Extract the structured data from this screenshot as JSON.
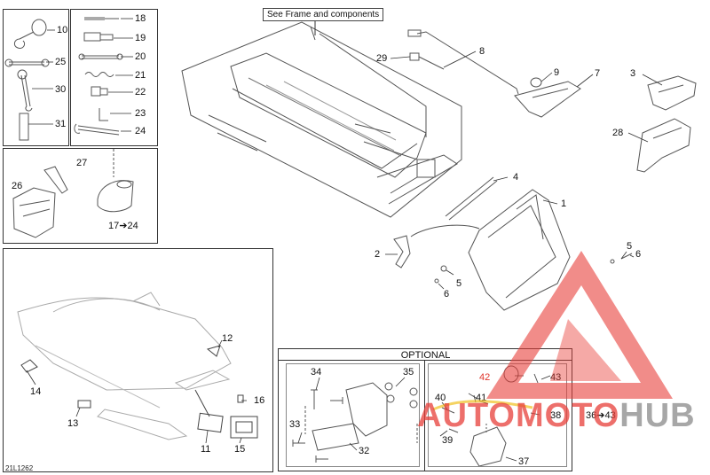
{
  "callout": "See Frame and components",
  "optional_title": "OPTIONAL",
  "diagram_code": "21L1262",
  "watermark": {
    "part1": "AUTOMOTO",
    "part2": "HUB",
    "color_red": "#e8403a",
    "color_gray": "#8a8a8a"
  },
  "labels": {
    "n10": "10",
    "n25": "25",
    "n30": "30",
    "n31": "31",
    "n18": "18",
    "n19": "19",
    "n20": "20",
    "n21": "21",
    "n22": "22",
    "n23": "23",
    "n24": "24",
    "n27": "27",
    "n26": "26",
    "n17_24": "17➔24",
    "n8": "8",
    "n29": "29",
    "n9": "9",
    "n7": "7",
    "n3": "3",
    "n28": "28",
    "n4": "4",
    "n1": "1",
    "n2": "2",
    "n5a": "5",
    "n6a": "6",
    "n5b": "5",
    "n6b": "6",
    "n12": "12",
    "n14": "14",
    "n16": "16",
    "n13": "13",
    "n11": "11",
    "n15": "15",
    "n34": "34",
    "n35": "35",
    "n33": "33",
    "n32": "32",
    "n42": "42",
    "n43": "43",
    "n40": "40",
    "n41": "41",
    "n38": "38",
    "n36_43": "36➔43",
    "n39": "39",
    "n37": "37"
  }
}
